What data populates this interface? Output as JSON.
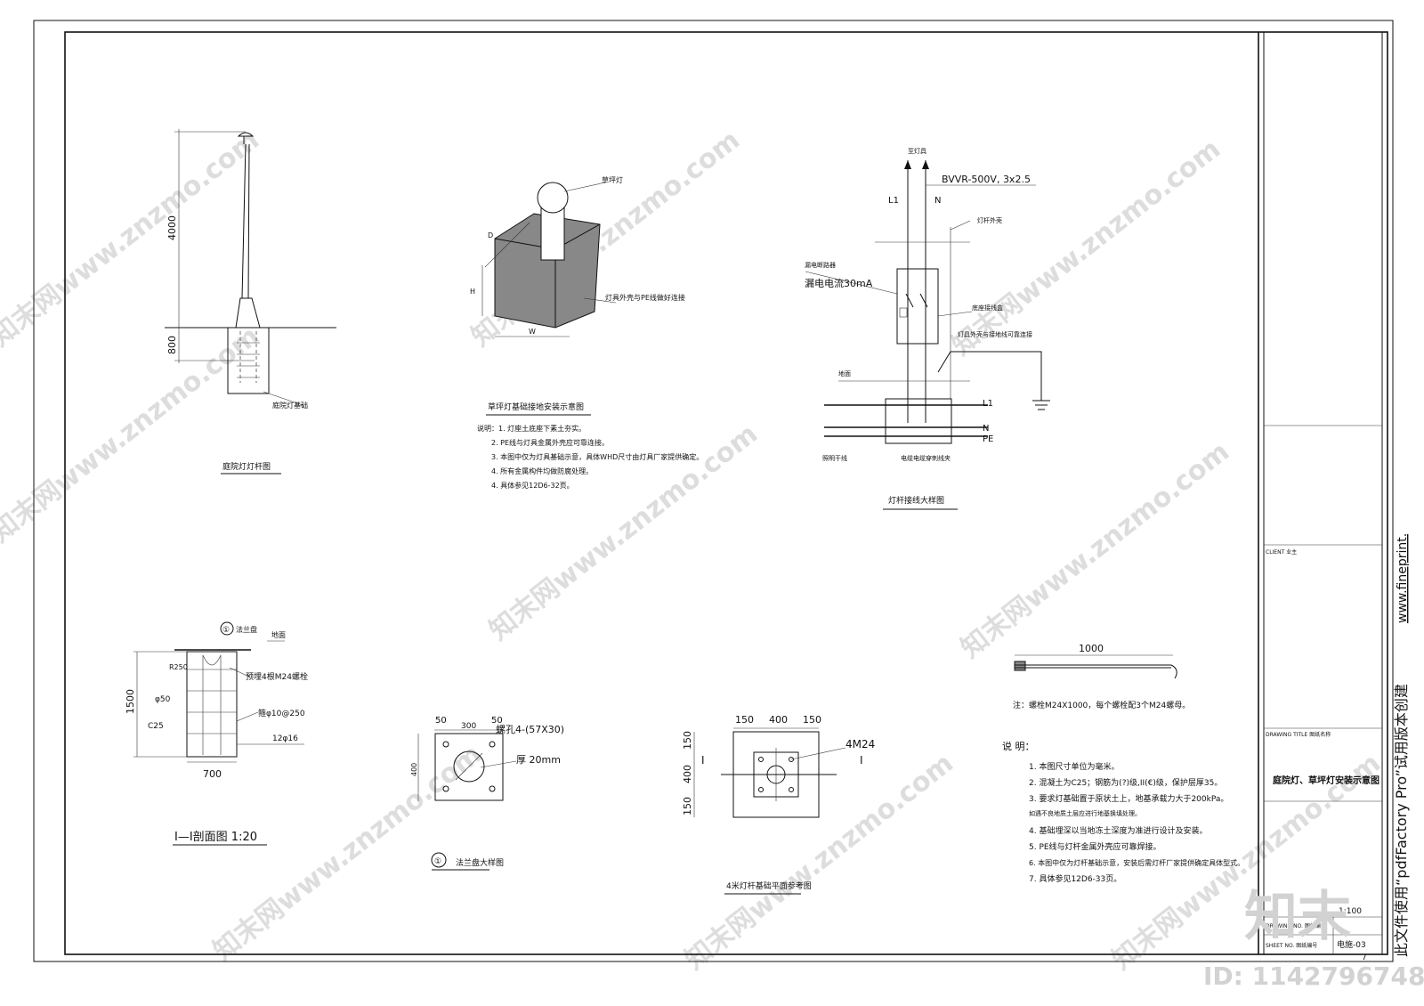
{
  "watermark": {
    "site": "知末网www.znzmo.com",
    "logo": "知末",
    "id": "ID: 1142796748"
  },
  "pole": {
    "dim_height": "4000",
    "dim_depth": "800",
    "foundation_label": "庭院灯基础",
    "title": "庭院灯灯杆图"
  },
  "lawn": {
    "lamp_label": "草坪灯",
    "pe_label": "灯具外壳与PE线做好连接",
    "dim_d": "D",
    "dim_h": "H",
    "dim_w": "W",
    "title": "草坪灯基础接地安装示意图",
    "notes": [
      "说明：1. 灯座土底座下素土夯实。",
      "2. PE线与灯具金属外壳应可靠连接。",
      "3. 本图中仅为灯具基础示意，具体WHD尺寸由灯具厂家提供确定。",
      "4. 所有金属构件均做防腐处理。",
      "4. 具体参见12D6-32页。"
    ]
  },
  "wiring": {
    "top_label": "至灯具",
    "cable": "BVVR-500V, 3x2.5",
    "l1": "L1",
    "n": "N",
    "pole_shell": "灯杆外壳",
    "rcd": "漏电断路器",
    "rcd_current": "漏电电流30mA",
    "terminal": "底座接线盒",
    "shell_pe": "灯具外壳与接地线可靠连接",
    "ground": "地面",
    "bus_l1": "L1",
    "bus_n": "N",
    "bus_pe": "PE",
    "main_line": "照明干线",
    "cable_tee": "电缆电缆穿刺线夹",
    "title": "灯杆接线大样图"
  },
  "section": {
    "flange_marker": "①",
    "flange_label": "法兰盘",
    "ground": "地面",
    "r250": "R250",
    "bolts": "预埋4根M24螺栓",
    "phi50": "φ50",
    "stirrup": "箍φ10@250",
    "height": "1500",
    "concrete": "C25",
    "rebar": "12φ16",
    "width": "700",
    "title": "I—I剖面图   1:20"
  },
  "flange": {
    "d1": "50",
    "d2": "300",
    "d3": "50",
    "holes": "螺孔4-(57X30)",
    "height": "400",
    "thickness": "厚 20mm",
    "marker": "①",
    "title": "法兰盘大样图"
  },
  "plan": {
    "d1": "150",
    "d2": "400",
    "d3": "150",
    "bolts": "4M24",
    "v1": "150",
    "v2": "400",
    "v3": "150",
    "sec_left": "I",
    "sec_right": "I",
    "title": "4米灯杆基础平面参考图"
  },
  "bolt": {
    "length": "1000",
    "caption": "注：螺栓M24X1000，每个螺栓配3个M24螺母。"
  },
  "notes": {
    "heading": "说  明：",
    "items": [
      "1.  本图尺寸单位为毫米。",
      "2.  混凝土为C25；钢筋为(?)级,II(€)级，保护层厚35。",
      "3.  要求灯基础置于原状土上，地基承载力大于200kPa。",
      "    如遇不良地质土层应进行地基换填处理。",
      "4.  基础埋深以当地冻土深度为准进行设计及安装。",
      "5.  PE线与灯杆金属外壳应可靠焊接。",
      "6. 本图中仅为灯杆基础示意，安装后需灯杆厂家提供确定具体型式。",
      "7. 具体参见12D6-33页。"
    ]
  },
  "titleblock": {
    "client": "CLIENT  业主",
    "drawing_title_label": "DRAWING TITLE   图纸名称",
    "drawing_title": "庭院灯、草坪灯安装示意图",
    "scale": "1:100",
    "drawing_no_label": "DRAWING NO.\n图纸编号",
    "drawing_no": "电施-03",
    "sheet_label": "SHEET NO.\n图纸编号",
    "sheet_no": "7"
  },
  "side_note": {
    "text": "此文件使用“pdfFactory Pro”试用版本创建",
    "url": "www.fineprint.cn"
  }
}
